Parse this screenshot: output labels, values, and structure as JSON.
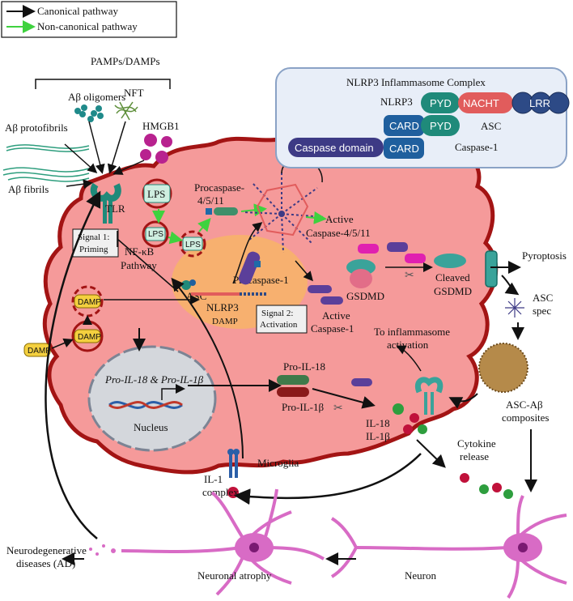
{
  "legend": {
    "canonical": "Canonical pathway",
    "noncanonical": "Non-canonical pathway",
    "canonical_color": "#111111",
    "noncanonical_color": "#3ed23e"
  },
  "inputs": {
    "pamps_damps": "PAMPs/DAMPs",
    "ab_oligomers": "Aβ oligomers",
    "nft": "NFT",
    "hmgb1": "HMGB1",
    "ab_protofibrils": "Aβ protofibrils",
    "ab_fibrils": "Aβ fibrils"
  },
  "complex": {
    "title": "NLRP3 Inflammasome Complex",
    "nlrp3": "NLRP3",
    "pyd": "PYD",
    "nacht": "NACHT",
    "lrr": "LRR",
    "card": "CARD",
    "pyd2": "PYD",
    "asc": "ASC",
    "caspase_domain": "Caspase domain",
    "card2": "CARD",
    "caspase1": "Caspase-1"
  },
  "cell": {
    "tlr": "TLR",
    "lps1": "LPS",
    "lps2": "LPS",
    "lps3": "LPS",
    "signal1_a": "Signal 1:",
    "signal1_b": "Priming",
    "nfkb_a": "NF-κB",
    "nfkb_b": "Pathway",
    "damp1": "DAMP",
    "damp2": "DAMP",
    "damp3": "DAMP",
    "procasp_a": "Procaspase-",
    "procasp_b": "4/5/11",
    "active_casp_a": "Active",
    "active_casp_b": "Caspase-4/5/11",
    "asc": "ASC",
    "procasp1": "Procaspase-1",
    "nlrp3": "NLRP3",
    "damp_oval": "DAMP",
    "signal2_a": "Signal 2:",
    "signal2_b": "Activation",
    "active_casp1_a": "Active",
    "active_casp1_b": "Caspase-1",
    "gsdmd": "GSDMD",
    "cleaved_a": "Cleaved",
    "cleaved_b": "GSDMD",
    "to_inflam_a": "To inflammasome",
    "to_inflam_b": "activation",
    "nucleus_text": "Pro-IL-18 & Pro-IL-1β",
    "nucleus": "Nucleus",
    "pro_il18": "Pro-IL-18",
    "pro_il1b": "Pro-IL-1β",
    "il18": "IL-18",
    "il1b": "IL-1β",
    "microglia": "Microglia",
    "il1_a": "IL-1",
    "il1_b": "complex"
  },
  "outside": {
    "pyroptosis": "Pyroptosis",
    "asc_spec_a": "ASC",
    "asc_spec_b": "spec",
    "asc_ab_a": "ASC-Aβ",
    "asc_ab_b": "composites",
    "cytokine_a": "Cytokine",
    "cytokine_b": "release",
    "neuron": "Neuron",
    "neuronal_atrophy": "Neuronal atrophy",
    "neurodeg_a": "Neurodegenerative",
    "neurodeg_b": "diseases (AD)"
  },
  "colors": {
    "cell_fill": "#f59a9a",
    "cell_stroke": "#a31414",
    "teal": "#1f8a7a",
    "nacht": "#e15c5c",
    "card_blue": "#1f5f9e",
    "lrr": "#2d4a86",
    "casp_purple": "#3d3a85",
    "neuron": "#d86bc5",
    "activation_oval": "#f7b26a",
    "damp_yellow": "#f4d03f"
  }
}
